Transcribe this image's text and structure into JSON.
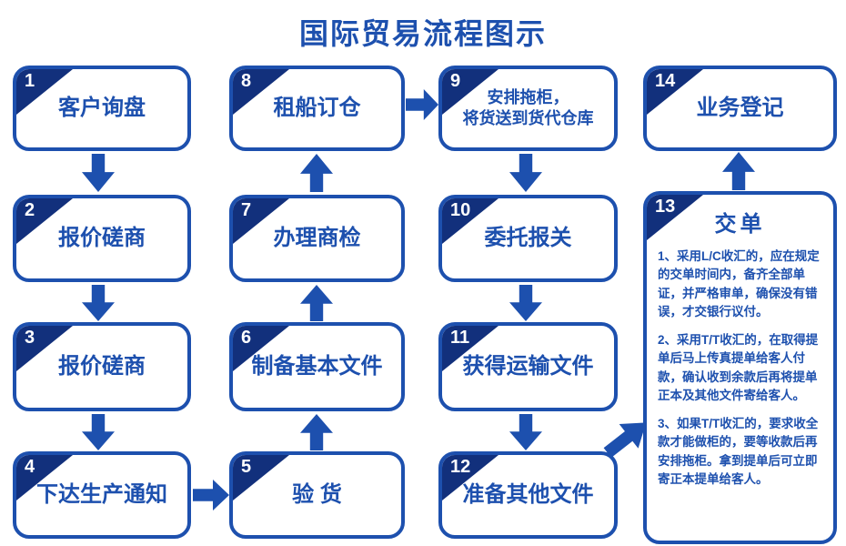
{
  "title": "国际贸易流程图示",
  "colors": {
    "primary": "#1d50ae",
    "corner": "#12307c"
  },
  "boxes": [
    {
      "num": "1",
      "label": "客户询盘"
    },
    {
      "num": "2",
      "label": "报价磋商"
    },
    {
      "num": "3",
      "label": "报价磋商"
    },
    {
      "num": "4",
      "label": "下达生产通知"
    },
    {
      "num": "5",
      "label": "验 货"
    },
    {
      "num": "6",
      "label": "制备基本文件"
    },
    {
      "num": "7",
      "label": "办理商检"
    },
    {
      "num": "8",
      "label": "租船订仓"
    },
    {
      "num": "9",
      "label_line1": "安排拖柜，",
      "label_line2": "将货送到货代仓库"
    },
    {
      "num": "10",
      "label": "委托报关"
    },
    {
      "num": "11",
      "label": "获得运输文件"
    },
    {
      "num": "12",
      "label": "准备其他文件"
    },
    {
      "num": "13",
      "title": "交单",
      "paragraphs": [
        "1、采用L/C收汇的，应在规定的交单时间内，备齐全部单证，并严格审单，确保没有错误，才交银行议付。",
        "2、采用T/T收汇的，在取得提单后马上传真提单给客人付款，确认收到余款后再将提单正本及其他文件寄给客人。",
        "3、如果T/T收汇的，要求收全款才能做柜的，要等收款后再安排拖柜。拿到提单后可立即寄正本提单给客人。"
      ]
    },
    {
      "num": "14",
      "label": "业务登记"
    }
  ]
}
